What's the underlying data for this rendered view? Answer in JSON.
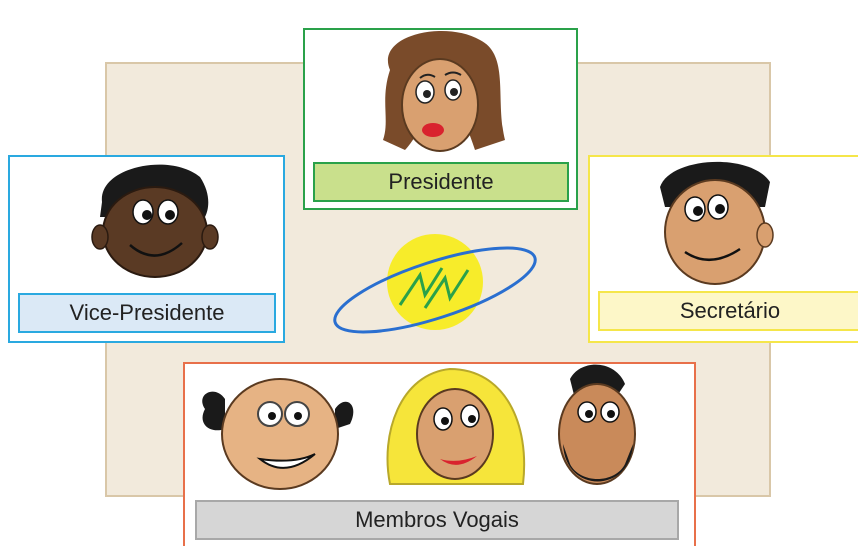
{
  "roles": {
    "president": "Presidente",
    "vice_president": "Vice-Presidente",
    "secretary": "Secretário",
    "members": "Membros Vogais"
  },
  "colors": {
    "president": "#2aa14a",
    "vice_president": "#2aa9e0",
    "secretary": "#f5e64a",
    "members": "#e8704a",
    "background": "#f2eadc"
  },
  "icons": [
    "woman-face-icon",
    "man-face-icon",
    "bald-man-face-icon",
    "blonde-woman-face-icon",
    "bearded-man-face-icon",
    "organization-logo-icon"
  ]
}
